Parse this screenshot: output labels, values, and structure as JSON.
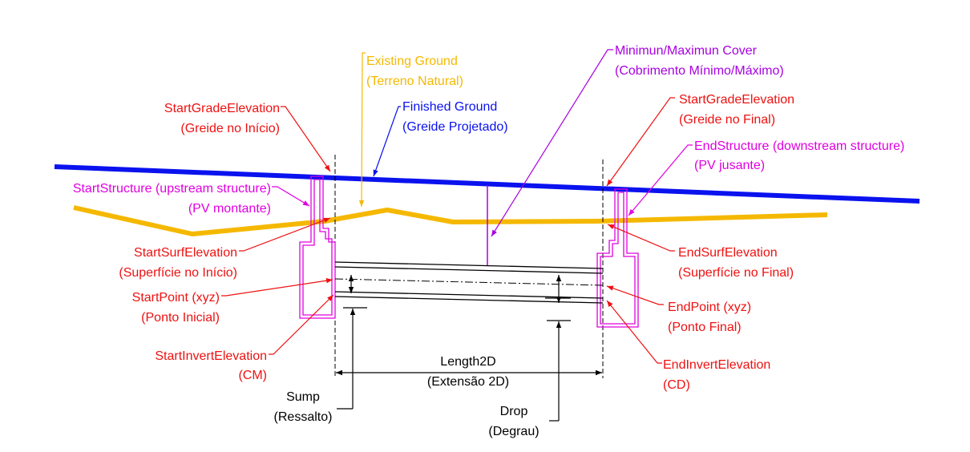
{
  "colors": {
    "red": "#ee1111",
    "magenta": "#e000e0",
    "blue": "#0a12ee",
    "orange": "#f5b800",
    "purple": "#a800e0",
    "black": "#000000"
  },
  "labels": {
    "existing_ground": {
      "en": "Existing Ground",
      "pt": "(Terreno Natural)"
    },
    "finished_ground": {
      "en": "Finished Ground",
      "pt": "(Greide Projetado)"
    },
    "cover": {
      "en": "Minimun/Maximun Cover",
      "pt": "(Cobrimento Mínimo/Máximo)"
    },
    "start_grade": {
      "en": "StartGradeElevation",
      "pt": "(Greide no Início)"
    },
    "end_grade": {
      "en": "StartGradeElevation",
      "pt": "(Greide no Final)"
    },
    "end_structure": {
      "en": "EndStructure (downstream structure)",
      "pt": "(PV jusante)"
    },
    "start_structure": {
      "en": "StartStructure (upstream structure)",
      "pt": "(PV montante)"
    },
    "start_surf": {
      "en": "StartSurfElevation",
      "pt": "(Superfície no Início)"
    },
    "end_surf": {
      "en": "EndSurfElevation",
      "pt": "(Superfície no Final)"
    },
    "start_point": {
      "en": "StartPoint (xyz)",
      "pt": "(Ponto Inicial)"
    },
    "end_point": {
      "en": "EndPoint (xyz)",
      "pt": "(Ponto Final)"
    },
    "start_invert": {
      "en": "StartInvertElevation",
      "pt": "(CM)"
    },
    "end_invert": {
      "en": "EndInvertElevation",
      "pt": "(CD)"
    },
    "length2d": {
      "en": "Length2D",
      "pt": "(Extensão 2D)"
    },
    "sump": {
      "en": "Sump",
      "pt": "(Ressalto)"
    },
    "drop": {
      "en": "Drop",
      "pt": "(Degrau)"
    }
  }
}
